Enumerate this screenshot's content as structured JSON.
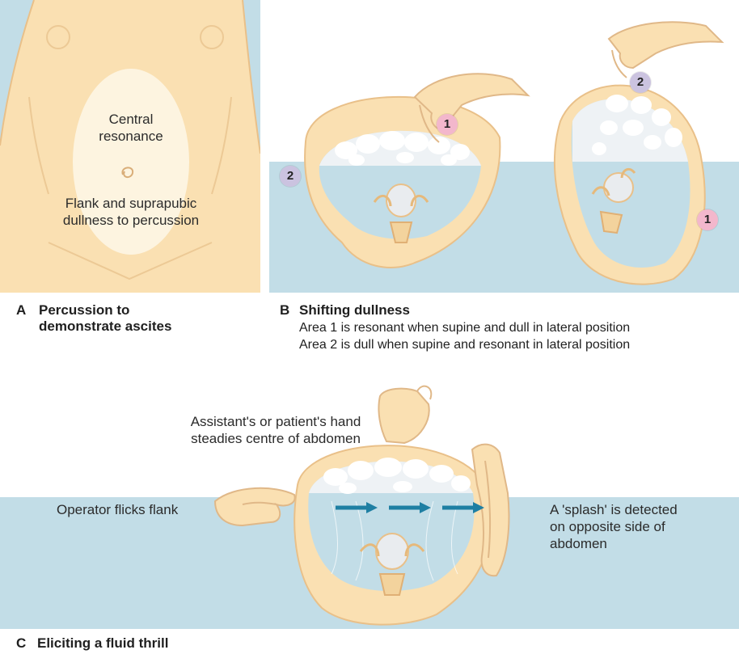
{
  "colors": {
    "fluid": "#c2dde7",
    "skin": "#fae0b2",
    "skin_edge": "#e9c089",
    "marker_1": "#f3b7cc",
    "marker_2": "#cbc3e0",
    "arrow": "#1e7fa3"
  },
  "panel_a": {
    "letter": "A",
    "title_line1": "Percussion to",
    "title_line2": "demonstrate ascites",
    "label_central_line1": "Central",
    "label_central_line2": "resonance",
    "label_dullness_line1": "Flank and suprapubic",
    "label_dullness_line2": "dullness to percussion"
  },
  "panel_b": {
    "letter": "B",
    "title": "Shifting dullness",
    "line1": "Area 1 is resonant when supine and dull in lateral position",
    "line2": "Area 2 is dull when supine and resonant in lateral position",
    "supine": {
      "marker_1": "1",
      "marker_2": "2"
    },
    "lateral": {
      "marker_1": "1",
      "marker_2": "2"
    }
  },
  "panel_c": {
    "letter": "C",
    "title": "Eliciting a fluid thrill",
    "label_assistant_line1": "Assistant's or patient's hand",
    "label_assistant_line2": "steadies centre of abdomen",
    "label_operator": "Operator flicks flank",
    "label_splash_line1": "A 'splash' is detected",
    "label_splash_line2": "on opposite side of",
    "label_splash_line3": "abdomen",
    "arrow_count": 3
  }
}
